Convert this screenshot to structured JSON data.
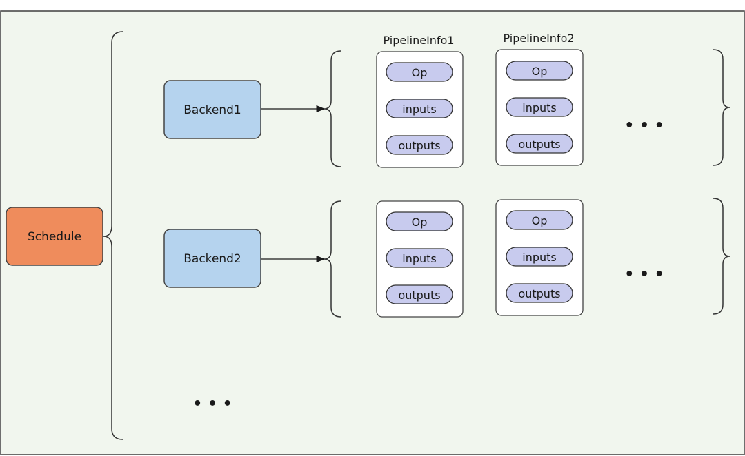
{
  "colors": {
    "background": "#f1f6ee",
    "border": "#3f3f3f",
    "schedule_fill": "#ef8c5c",
    "backend_fill": "#b5d3ee",
    "pill_fill": "#c8cbee",
    "card_fill": "#ffffff",
    "text": "#1a1a1a"
  },
  "schedule": {
    "label": "Schedule"
  },
  "backends": [
    {
      "label": "Backend1",
      "pipelines": [
        {
          "title": "PipelineInfo1",
          "fields": [
            "Op",
            "inputs",
            "outputs"
          ]
        },
        {
          "title": "PipelineInfo2",
          "fields": [
            "Op",
            "inputs",
            "outputs"
          ]
        }
      ],
      "more": "• • •"
    },
    {
      "label": "Backend2",
      "pipelines": [
        {
          "title": "",
          "fields": [
            "Op",
            "inputs",
            "outputs"
          ]
        },
        {
          "title": "",
          "fields": [
            "Op",
            "inputs",
            "outputs"
          ]
        }
      ],
      "more": "• • •"
    }
  ],
  "more_backends": "• • •"
}
